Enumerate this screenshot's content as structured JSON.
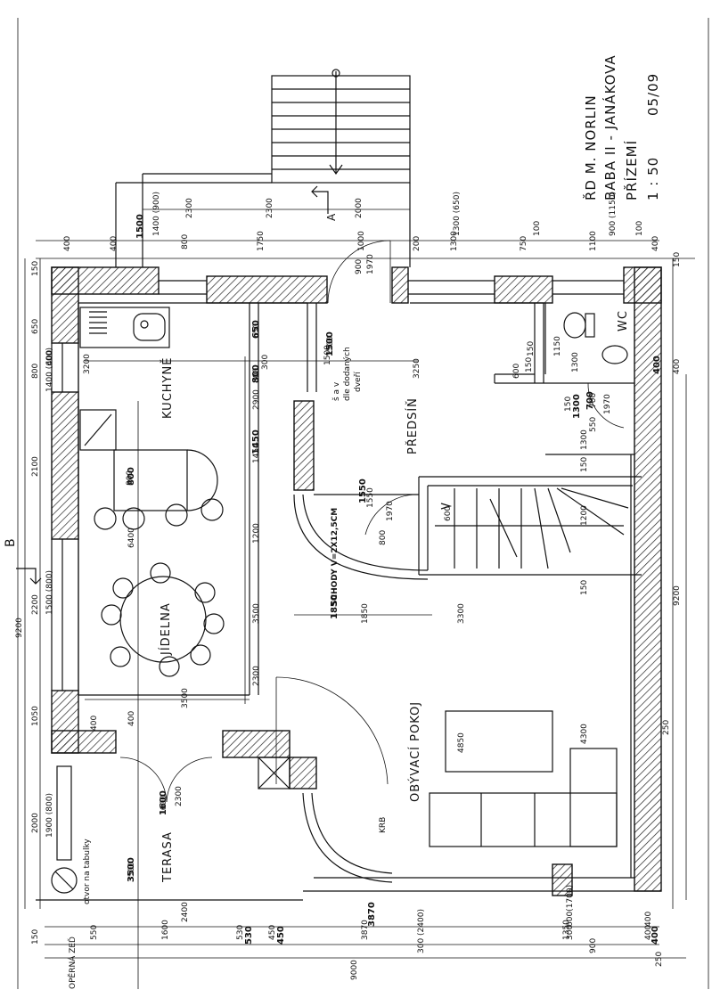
{
  "title": {
    "line1": "ŘD M. NORLIN",
    "line2": "BABA II - JANÁKOVA",
    "line3": "PŘÍZEMÍ",
    "scale": "1 : 50",
    "date": "05/09"
  },
  "rooms": {
    "kitchen": "KUCHYNĚ",
    "dining": "JÍDELNA",
    "hall": "PŘEDSÍŇ",
    "living": "OBÝVACÍ POKOJ",
    "terrace": "TERASA",
    "wc": "WC",
    "fireplace": "KRB",
    "retaining_wall": "OPĚRNÁ ZEĎ"
  },
  "annotations": {
    "stairs": "SCHODY V=2X12,5CM",
    "door_note1": "š a v",
    "door_note2": "dle dodaných",
    "door_note3": "dveří",
    "opening_note": "otvor na tabulky",
    "section_a": "A",
    "section_b": "B"
  },
  "dims_left": [
    "150",
    "650",
    "800",
    "2100",
    "2200",
    "1050",
    "2000",
    "150",
    "9200"
  ],
  "dims_left2": [
    "400",
    "1400 (600)",
    "1500 (800)",
    "1900 (800)"
  ],
  "dims_top": [
    "400",
    "400",
    "1750",
    "1000",
    "200",
    "1300",
    "750",
    "1100",
    "400"
  ],
  "dims_top2": [
    "1400 (900)",
    "800",
    "2300",
    "2000",
    "900",
    "1970",
    "1300 (650)",
    "100",
    "900 (1150)",
    "100"
  ],
  "dims_bottom": [
    "550",
    "1600",
    "530",
    "450",
    "3870",
    "1350",
    "400",
    "300 (2400)",
    "2400",
    "900",
    "300",
    "600(1700)",
    "400",
    "250",
    "9000"
  ],
  "dims_right": [
    "150",
    "9200",
    "250",
    "400"
  ],
  "dims_inner": [
    "3200",
    "2900",
    "1450",
    "1200",
    "3500",
    "2300",
    "400",
    "3500",
    "6400",
    "800",
    "1500",
    "3250",
    "600",
    "1300",
    "1150",
    "150",
    "150",
    "700",
    "1970",
    "550",
    "1300",
    "150",
    "1200",
    "1550",
    "1970",
    "800",
    "600",
    "1850",
    "3300",
    "150",
    "4300",
    "4850",
    "1600",
    "2300",
    "3500",
    "400",
    "300",
    "800",
    "650",
    "1500",
    "150",
    "2300"
  ],
  "bold_dims": [
    "1500",
    "800",
    "1450",
    "1550",
    "1850",
    "1600",
    "3500",
    "800",
    "650",
    "1500",
    "400",
    "1300",
    "700",
    "530",
    "450",
    "3870",
    "400"
  ]
}
